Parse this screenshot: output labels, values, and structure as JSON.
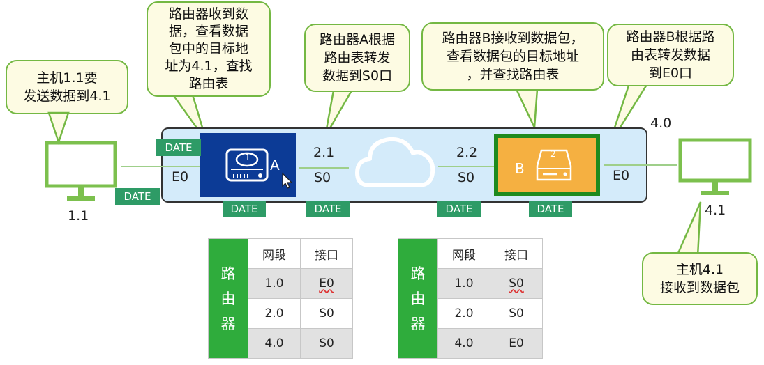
{
  "bubbles": {
    "host_send": "主机1.1要\n发送数据到4.1",
    "router_a_receive": "路由器收到数\n据，查看数据\n包中的目标地\n址为4.1，查找\n路由表",
    "router_a_forward": "路由器A根据\n路由表转发\n数据到S0口",
    "router_b_receive": "路由器B接收到数据包，\n查看数据包的目标地址\n，并查找路由表",
    "router_b_forward": "路由器B根据路\n由表转发数据\n到E0口",
    "host_receive": "主机4.1\n接收到数据包"
  },
  "labels": {
    "host_left": "1.1",
    "host_right": "4.1",
    "net_right": "4.0",
    "a_e0": "E0",
    "a_s0_ip": "2.1",
    "a_s0": "S0",
    "b_s0_ip": "2.2",
    "b_s0": "S0",
    "b_e0": "E0",
    "router_a": "A",
    "router_b": "B",
    "disk_a": "1",
    "disk_b": "2"
  },
  "packet_tag": "DATE",
  "table_a": {
    "side": "路由器",
    "headers": [
      "网段",
      "接口"
    ],
    "rows": [
      [
        "1.0",
        "E0"
      ],
      [
        "2.0",
        "S0"
      ],
      [
        "4.0",
        "S0"
      ]
    ]
  },
  "table_b": {
    "side": "路由器",
    "headers": [
      "网段",
      "接口"
    ],
    "rows": [
      [
        "1.0",
        "S0"
      ],
      [
        "2.0",
        "S0"
      ],
      [
        "4.0",
        "E0"
      ]
    ]
  },
  "colors": {
    "router_a": "#0c3b96",
    "router_b": "#f5b041",
    "router_b_border": "#1e8a1e",
    "tag": "#2e9b66",
    "bubble_border": "#74b843",
    "bubble_fill": "#fdfbe3",
    "band": "#d4ebfa"
  }
}
